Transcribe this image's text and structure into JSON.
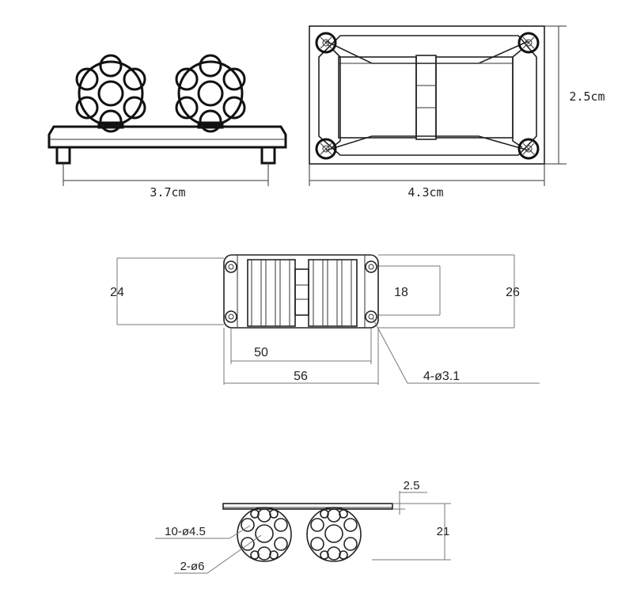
{
  "top_views": {
    "front_width_label": "3.7cm",
    "plan_width_label": "4.3cm",
    "plan_height_label": "2.5cm"
  },
  "middle_view": {
    "height_outer_label": "24",
    "height_total_label": "26",
    "inner_gap_label": "18",
    "hole_spacing_label": "50",
    "overall_width_label": "56",
    "hole_callout_label": "4-ø3.1"
  },
  "bottom_view": {
    "plate_thickness_label": "2.5",
    "height_label": "21",
    "small_holes_label": "10-ø4.5",
    "large_holes_label": "2-ø6"
  }
}
